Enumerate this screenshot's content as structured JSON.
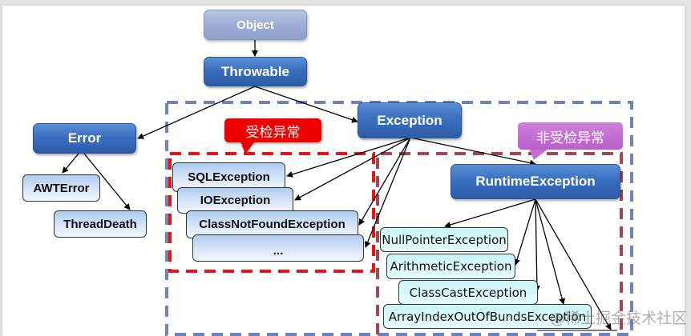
{
  "diagram": {
    "title": "Java Exception Hierarchy",
    "nodes": {
      "object": "Object",
      "throwable": "Throwable",
      "error": "Error",
      "awt_error": "AWTError",
      "thread_death": "ThreadDeath",
      "exception": "Exception",
      "sql_exception": "SQLException",
      "io_exception": "IOException",
      "class_not_found": "ClassNotFoundException",
      "checked_more": "...",
      "runtime_exception": "RuntimeException",
      "null_pointer": "NullPointerException",
      "arithmetic": "ArithmeticException",
      "class_cast": "ClassCastException",
      "array_index": "ArrayIndexOutOfBundsException"
    },
    "callouts": {
      "checked": "受检异常",
      "unchecked": "非受检异常"
    },
    "colors": {
      "exception_group_border": "#6e84b8",
      "checked_group_border": "#ee1111",
      "unchecked_group_border": "#a64552",
      "checked_callout": "#ee0000",
      "unchecked_callout": "#c46fd4"
    }
  },
  "watermark": "@稀土掘金技术社区"
}
